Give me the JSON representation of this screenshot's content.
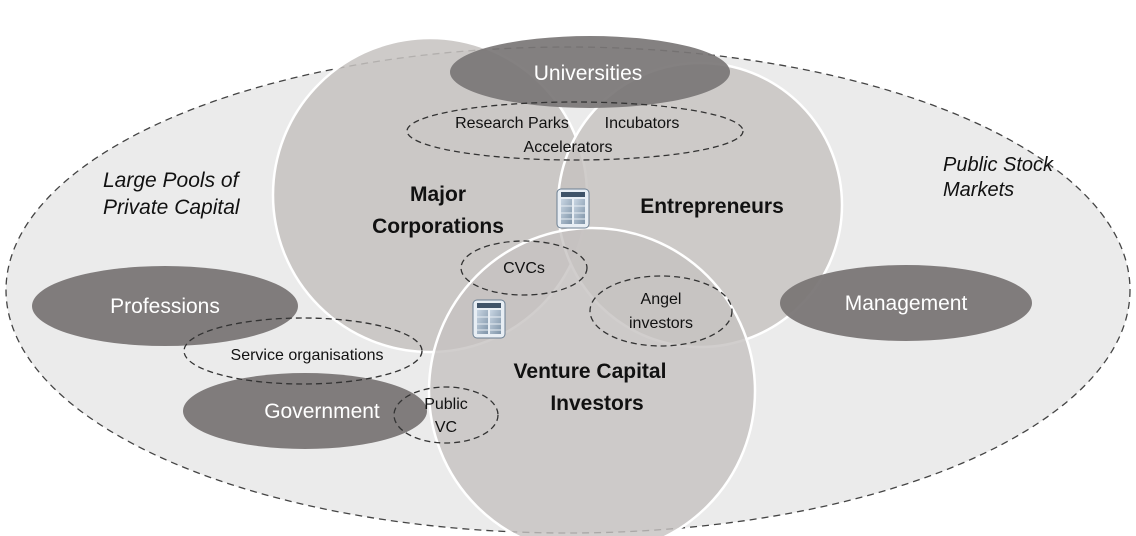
{
  "diagram": {
    "outer_labels": {
      "left": [
        "Large Pools of",
        "Private Capital"
      ],
      "right": [
        "Public Stock",
        "Markets"
      ]
    },
    "circles": {
      "major_corporations": [
        "Major",
        "Corporations"
      ],
      "entrepreneurs": "Entrepreneurs",
      "venture_capital": [
        "Venture Capital",
        "Investors"
      ]
    },
    "solid_ovals": {
      "universities": "Universities",
      "professions": "Professions",
      "government": "Government",
      "management": "Management"
    },
    "dashed_ovals": {
      "research": [
        "Research Parks",
        "Incubators",
        "Accelerators"
      ],
      "cvcs": "CVCs",
      "angel": [
        "Angel",
        "investors"
      ],
      "service": "Service organisations",
      "public_vc": [
        "Public",
        "VC"
      ]
    },
    "icons": [
      "building-icon",
      "building-icon"
    ],
    "colors": {
      "outer_fill": "#ebebeb",
      "circle_fill": "#c6c2c0",
      "solid_oval_fill": "#7a7676",
      "text_dark": "#111111",
      "text_light": "#ffffff"
    }
  }
}
